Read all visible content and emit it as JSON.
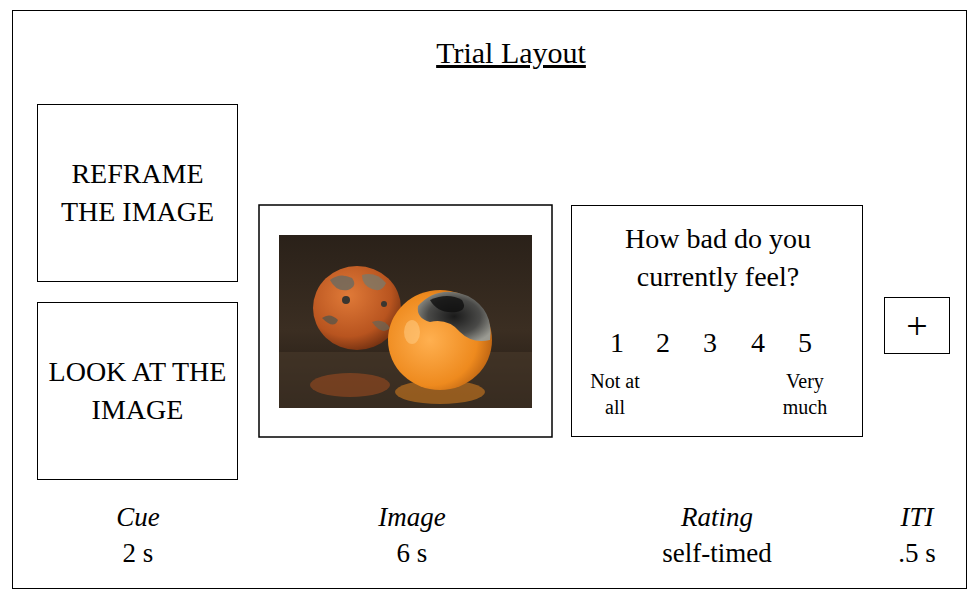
{
  "diagram": {
    "title": "Trial Layout",
    "nodes": [
      {
        "text": [
          "REFRAME THE IMAGE"
        ]
      },
      {
        "text": [
          "LOOK AT THE IMAGE"
        ]
      },
      {
        "text": [
          "How bad do you currently feel?",
          "1",
          "2",
          "3",
          "4",
          "5",
          "Not at all",
          "Very much"
        ]
      },
      {
        "text": [
          "+"
        ]
      }
    ],
    "labels": [
      "Cue",
      "2 s",
      "Image",
      "6 s",
      "Rating",
      "self-timed",
      "ITI",
      ".5 s"
    ]
  }
}
